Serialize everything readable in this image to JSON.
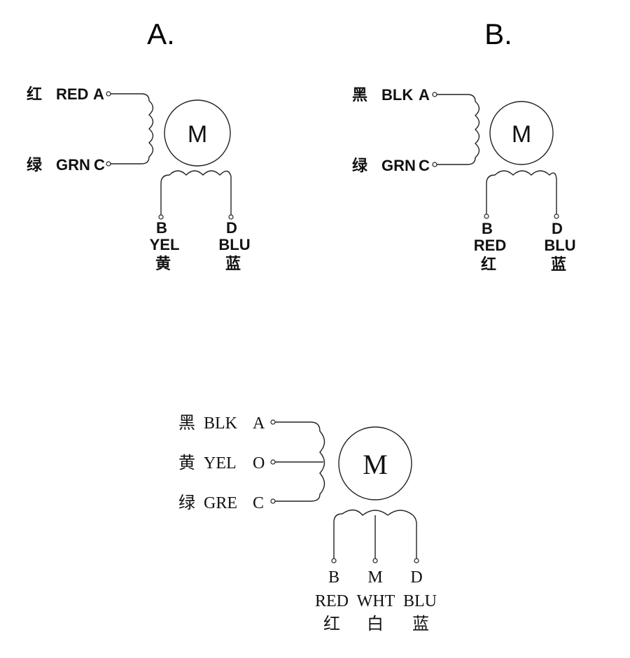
{
  "panels": {
    "a": {
      "title": "A.",
      "motor": "M",
      "left_terminals": [
        {
          "cn": "红",
          "color": "RED",
          "pin": "A"
        },
        {
          "cn": "绿",
          "color": "GRN",
          "pin": "C"
        }
      ],
      "bottom_terminals": [
        {
          "pin": "B",
          "color": "YEL",
          "cn": "黄"
        },
        {
          "pin": "D",
          "color": "BLU",
          "cn": "蓝"
        }
      ]
    },
    "b": {
      "title": "B.",
      "motor": "M",
      "left_terminals": [
        {
          "cn": "黑",
          "color": "BLK",
          "pin": "A"
        },
        {
          "cn": "绿",
          "color": "GRN",
          "pin": "C"
        }
      ],
      "bottom_terminals": [
        {
          "pin": "B",
          "color": "RED",
          "cn": "红"
        },
        {
          "pin": "D",
          "color": "BLU",
          "cn": "蓝"
        }
      ]
    },
    "c": {
      "motor": "M",
      "left_terminals": [
        {
          "cn": "黑",
          "color": "BLK",
          "pin": "A"
        },
        {
          "cn": "黄",
          "color": "YEL",
          "pin": "O"
        },
        {
          "cn": "绿",
          "color": "GRE",
          "pin": "C"
        }
      ],
      "bottom_terminals": [
        {
          "pin": "B",
          "color": "RED",
          "cn": "红"
        },
        {
          "pin": "M",
          "color": "WHT",
          "cn": "白"
        },
        {
          "pin": "D",
          "color": "BLU",
          "cn": "蓝"
        }
      ]
    }
  }
}
